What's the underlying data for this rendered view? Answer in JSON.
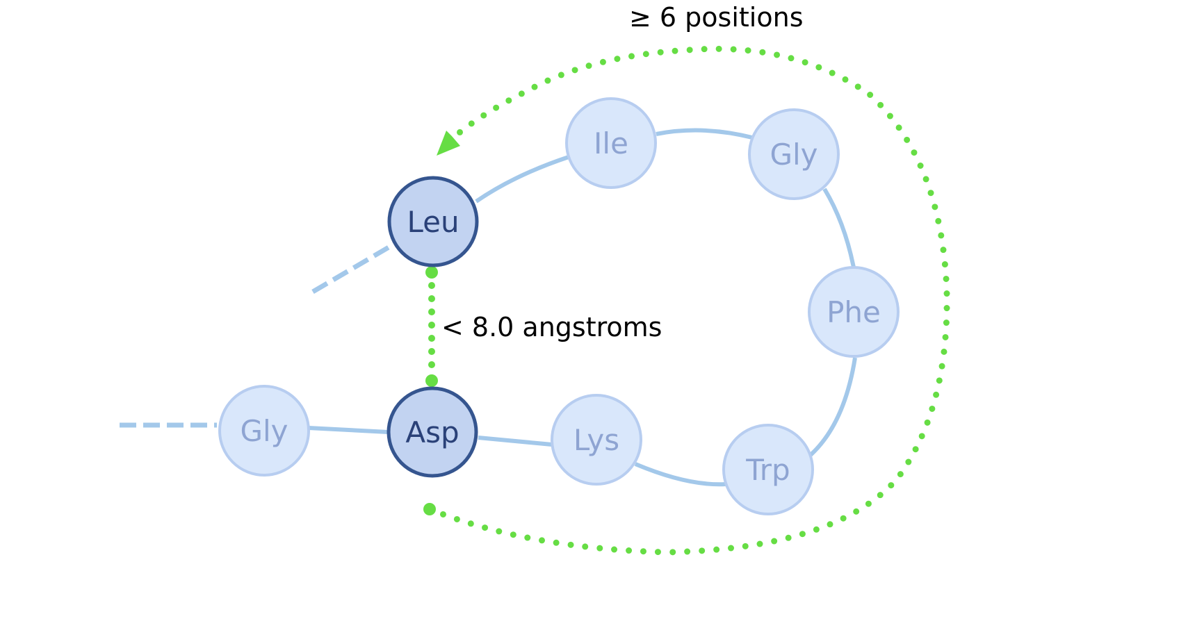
{
  "diagram": {
    "title": "Long-range residue contact",
    "colors": {
      "background": "#ffffff",
      "backbone": "#a3c8ea",
      "faded_fill": "#d9e7fb",
      "faded_stroke": "#b7cdf0",
      "faded_text": "#8ea4d2",
      "key_fill": "#c2d3f1",
      "key_stroke": "#35558f",
      "key_text": "#2a4178",
      "contact": "#66dd44",
      "annotation_text": "#000000"
    },
    "residues": [
      {
        "id": "gly-1",
        "label": "Gly",
        "role": "context"
      },
      {
        "id": "asp",
        "label": "Asp",
        "role": "key"
      },
      {
        "id": "lys",
        "label": "Lys",
        "role": "context"
      },
      {
        "id": "trp",
        "label": "Trp",
        "role": "context"
      },
      {
        "id": "phe",
        "label": "Phe",
        "role": "context"
      },
      {
        "id": "gly-2",
        "label": "Gly",
        "role": "context"
      },
      {
        "id": "ile",
        "label": "Ile",
        "role": "context"
      },
      {
        "id": "leu",
        "label": "Leu",
        "role": "key"
      }
    ],
    "annotations": {
      "distance": "< 8.0 angstroms",
      "sequence_separation": "≥ 6 positions"
    },
    "contact": {
      "from": "Asp",
      "to": "Leu",
      "max_distance_angstroms": 8.0,
      "min_sequence_separation": 6
    }
  }
}
